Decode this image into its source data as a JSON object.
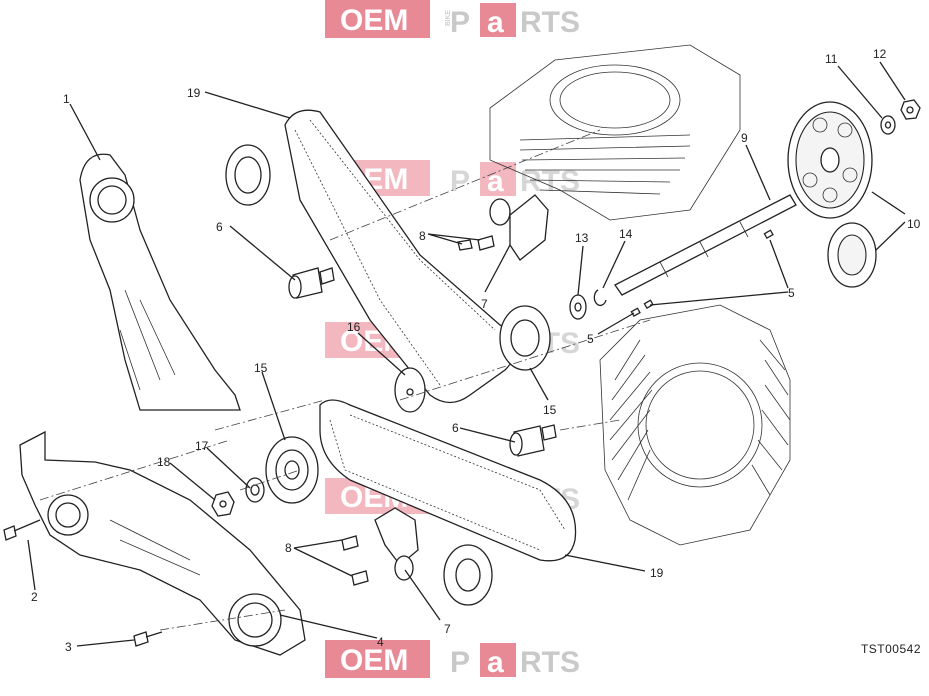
{
  "watermark": {
    "left": "OEM",
    "middle": "BIKE",
    "right_a": "P",
    "right_b": "a",
    "right_c": "RTS"
  },
  "callouts": [
    {
      "id": "c1",
      "label": "1"
    },
    {
      "id": "c2",
      "label": "2"
    },
    {
      "id": "c3",
      "label": "3"
    },
    {
      "id": "c4",
      "label": "4"
    },
    {
      "id": "c5a",
      "label": "5"
    },
    {
      "id": "c5b",
      "label": "5"
    },
    {
      "id": "c6a",
      "label": "6"
    },
    {
      "id": "c6b",
      "label": "6"
    },
    {
      "id": "c7a",
      "label": "7"
    },
    {
      "id": "c7b",
      "label": "7"
    },
    {
      "id": "c8a",
      "label": "8"
    },
    {
      "id": "c8b",
      "label": "8"
    },
    {
      "id": "c9",
      "label": "9"
    },
    {
      "id": "c10",
      "label": "10"
    },
    {
      "id": "c11",
      "label": "11"
    },
    {
      "id": "c12",
      "label": "12"
    },
    {
      "id": "c13",
      "label": "13"
    },
    {
      "id": "c14",
      "label": "14"
    },
    {
      "id": "c15a",
      "label": "15"
    },
    {
      "id": "c15b",
      "label": "15"
    },
    {
      "id": "c16",
      "label": "16"
    },
    {
      "id": "c17",
      "label": "17"
    },
    {
      "id": "c18",
      "label": "18"
    },
    {
      "id": "c19a",
      "label": "19"
    },
    {
      "id": "c19b",
      "label": "19"
    }
  ],
  "reference_code": "TST00542",
  "colors": {
    "watermark_red": "#e05a6b",
    "line": "#222222"
  }
}
